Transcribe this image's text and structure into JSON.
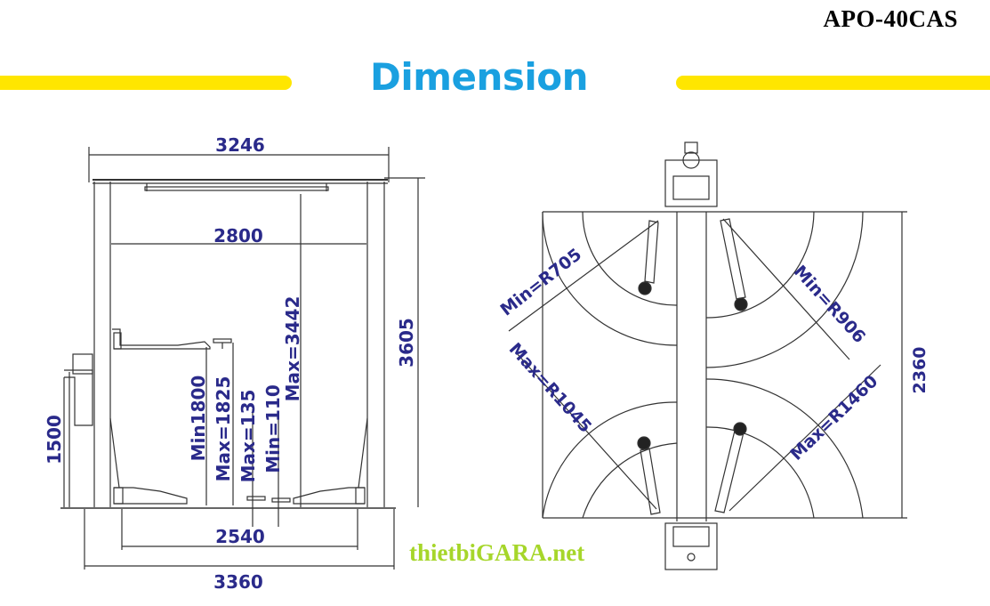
{
  "header": {
    "model": "APO-40CAS",
    "title": "Dimension",
    "accent_color": "#ffe600",
    "title_color": "#1aa0e0"
  },
  "front_view": {
    "overall_width": "3246",
    "inner_width": "2800",
    "overall_height": "3605",
    "max_lift_height": "Max=3442",
    "min_height_label": "Min1800",
    "max_height_label": "Max=1825",
    "pad_max": "Max=135",
    "pad_min": "Min=110",
    "power_unit_height": "1500",
    "base_inner_width": "2540",
    "base_overall_width": "3360"
  },
  "top_view": {
    "min_radius_left": "Min=R705",
    "min_radius_right": "Min=R906",
    "max_radius_left": "Max=R1045",
    "max_radius_right": "Max=R1460",
    "depth": "2360"
  },
  "watermark": "thietbiGARA.net",
  "label_color": "#2a2a8a"
}
